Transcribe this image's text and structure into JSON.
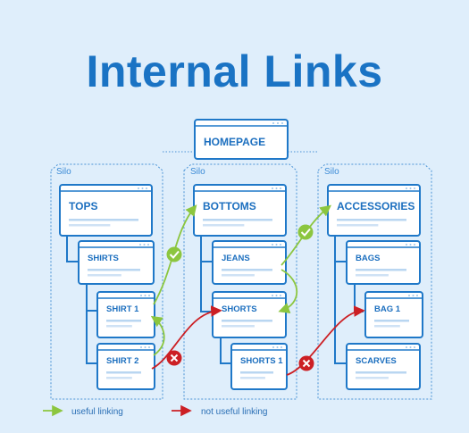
{
  "title": "Internal Links",
  "homepage": "HOMEPAGE",
  "silo_label": "Silo",
  "silos": [
    {
      "top": "TOPS",
      "children": [
        "SHIRTS",
        "SHIRT 1",
        "SHIRT 2"
      ]
    },
    {
      "top": "BOTTOMS",
      "children": [
        "JEANS",
        "SHORTS",
        "SHORTS 1"
      ]
    },
    {
      "top": "ACCESSORIES",
      "children": [
        "BAGS",
        "BAG 1",
        "SCARVES"
      ]
    }
  ],
  "legend": {
    "useful": "useful linking",
    "not_useful": "not useful linking"
  },
  "colors": {
    "background": "#dfeefb",
    "title": "#1a73c4",
    "card_border": "#1f78c8",
    "card_fill": "#ffffff",
    "useful": "#8cc63f",
    "not_useful": "#cc1f24"
  }
}
